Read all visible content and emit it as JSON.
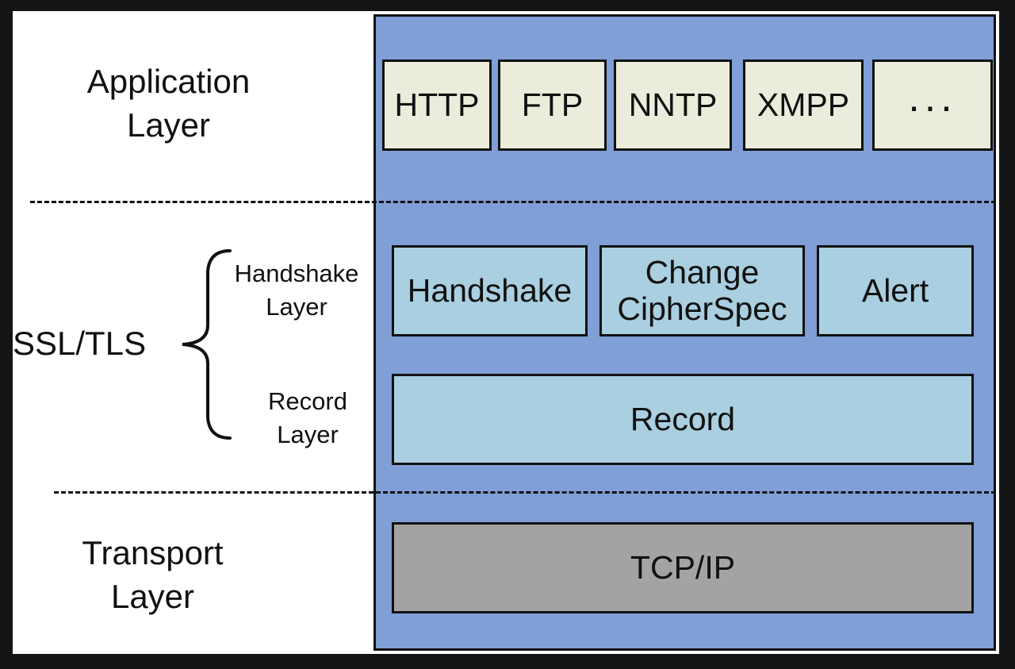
{
  "left_labels": {
    "application_line1": "Application",
    "application_line2": "Layer",
    "ssl_tls": "SSL/TLS",
    "handshake_layer_line1": "Handshake",
    "handshake_layer_line2": "Layer",
    "record_layer_line1": "Record",
    "record_layer_line2": "Layer",
    "transport_line1": "Transport",
    "transport_line2": "Layer"
  },
  "application_protocols": [
    "HTTP",
    "FTP",
    "NNTP",
    "XMPP",
    "..."
  ],
  "handshake_protocols": {
    "handshake": "Handshake",
    "change_cipher_spec_line1": "Change",
    "change_cipher_spec_line2": "CipherSpec",
    "alert": "Alert"
  },
  "record_protocol": "Record",
  "transport_protocol": "TCP/IP",
  "colors": {
    "stack_background": "#7f9fd6",
    "application_box": "#ececdc",
    "tls_box": "#a9cfe0",
    "transport_box": "#a3a3a3"
  }
}
